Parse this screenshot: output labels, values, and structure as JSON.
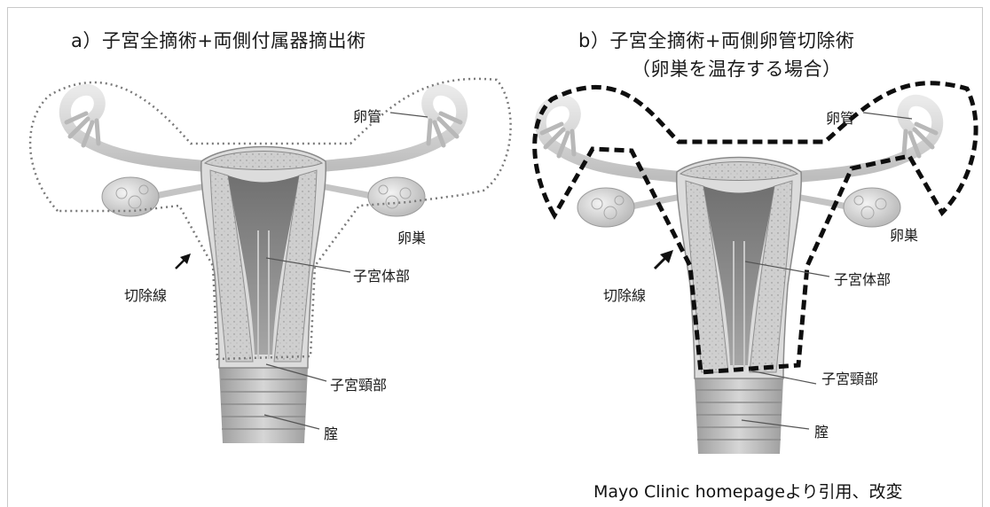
{
  "panel_a": {
    "title": "a）子宮全摘術+両側付属器摘出術",
    "labels": {
      "tube": "卵管",
      "ovary": "卵巣",
      "resection_line": "切除線",
      "uterine_body": "子宮体部",
      "cervix": "子宮頸部",
      "vagina": "腟"
    }
  },
  "panel_b": {
    "title_line1": "b）子宮全摘術+両側卵管切除術",
    "title_line2": "（卵巣を温存する場合）",
    "labels": {
      "tube": "卵管",
      "ovary": "卵巣",
      "resection_line": "切除線",
      "uterine_body": "子宮体部",
      "cervix": "子宮頸部",
      "vagina": "腟"
    }
  },
  "caption": "Mayo Clinic homepageより引用、改変"
}
